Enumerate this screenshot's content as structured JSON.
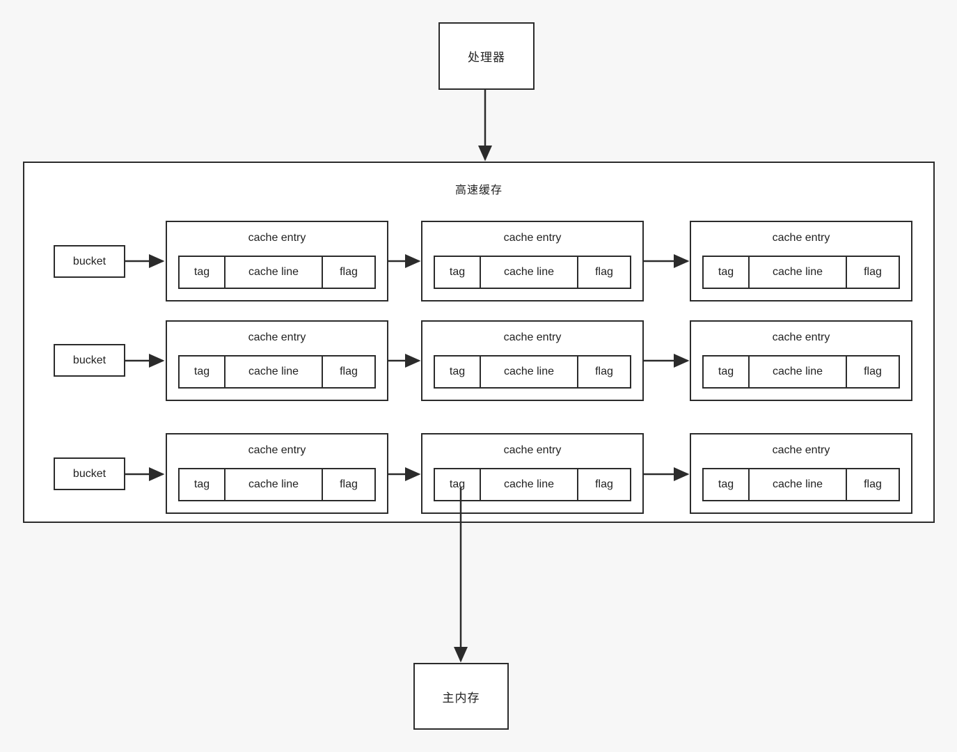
{
  "diagram": {
    "title": "CPU cache structure",
    "background_color": "#f7f7f7",
    "stroke_color": "#2b2b2b",
    "fill_color": "#ffffff"
  },
  "processor": {
    "label": "处理器"
  },
  "cache": {
    "label": "高速缓存",
    "bucket_label": "bucket",
    "entry_label": "cache entry",
    "fields": {
      "tag": "tag",
      "line": "cache line",
      "flag": "flag"
    },
    "rows": [
      {
        "bucket": "bucket",
        "entries": [
          {
            "title": "cache entry",
            "tag": "tag",
            "line": "cache line",
            "flag": "flag"
          },
          {
            "title": "cache entry",
            "tag": "tag",
            "line": "cache line",
            "flag": "flag"
          },
          {
            "title": "cache entry",
            "tag": "tag",
            "line": "cache line",
            "flag": "flag"
          }
        ]
      },
      {
        "bucket": "bucket",
        "entries": [
          {
            "title": "cache entry",
            "tag": "tag",
            "line": "cache line",
            "flag": "flag"
          },
          {
            "title": "cache entry",
            "tag": "tag",
            "line": "cache line",
            "flag": "flag"
          },
          {
            "title": "cache entry",
            "tag": "tag",
            "line": "cache line",
            "flag": "flag"
          }
        ]
      },
      {
        "bucket": "bucket",
        "entries": [
          {
            "title": "cache entry",
            "tag": "tag",
            "line": "cache line",
            "flag": "flag"
          },
          {
            "title": "cache entry",
            "tag": "tag",
            "line": "cache line",
            "flag": "flag"
          },
          {
            "title": "cache entry",
            "tag": "tag",
            "line": "cache line",
            "flag": "flag"
          }
        ]
      }
    ]
  },
  "main_memory": {
    "label": "主内存"
  },
  "connections": [
    {
      "from": "processor",
      "to": "cache",
      "direction": "down"
    },
    {
      "from": "cache-row3-entry2",
      "to": "main-memory",
      "direction": "down"
    }
  ]
}
